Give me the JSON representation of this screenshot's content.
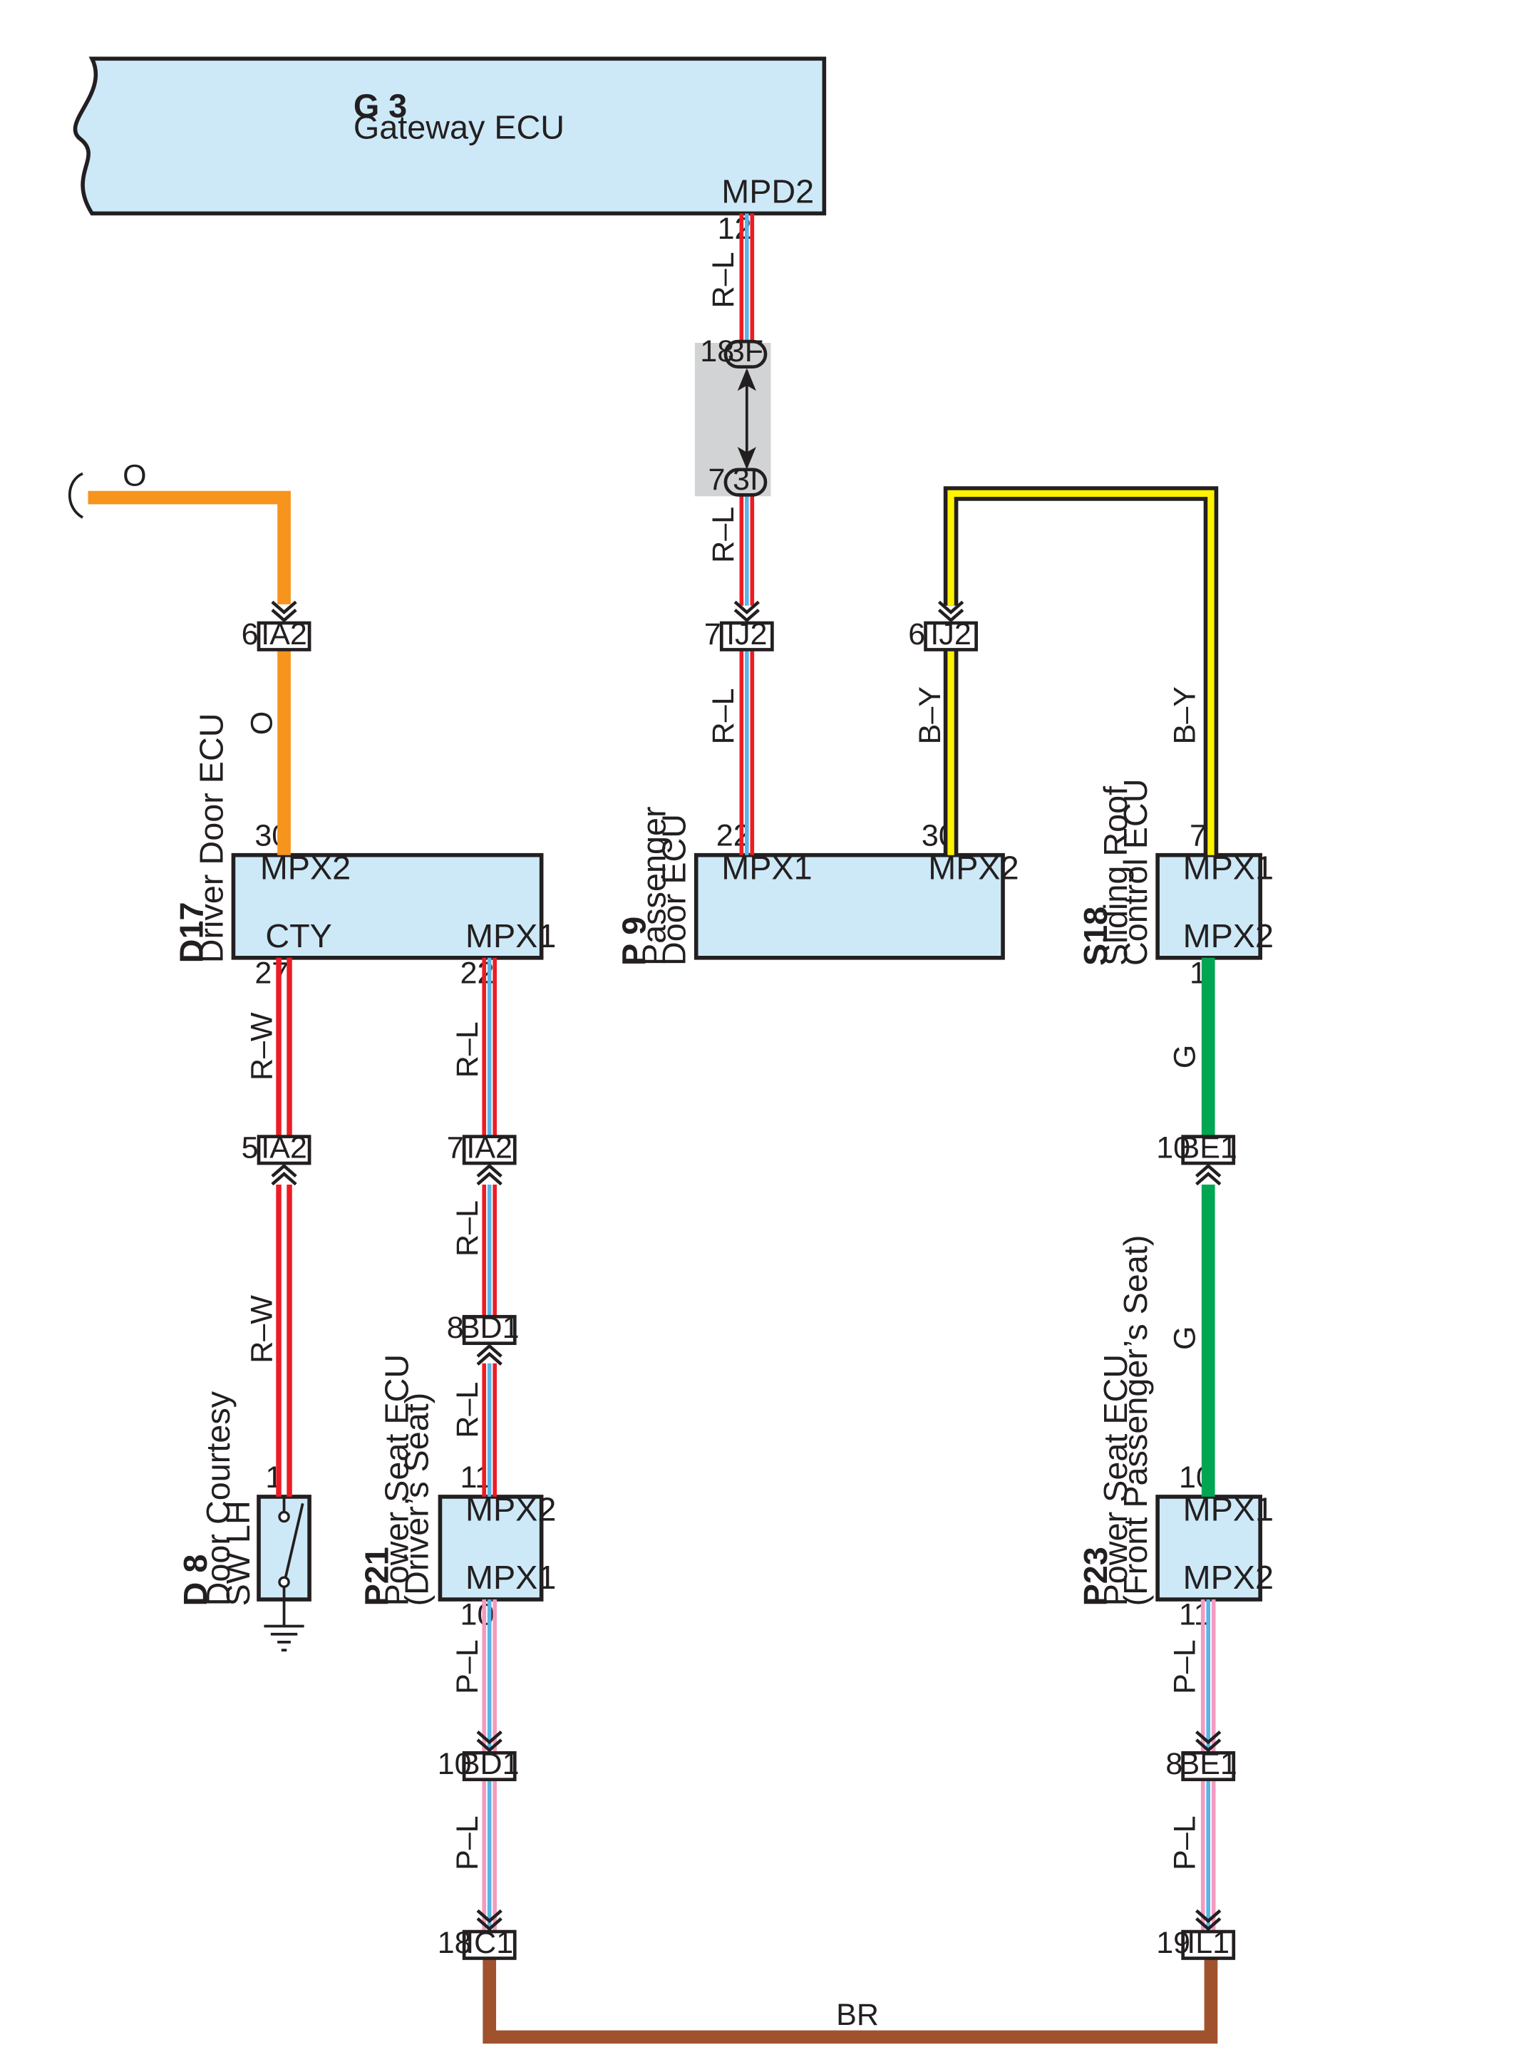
{
  "diagram": {
    "gateway_ecu": {
      "code": "G 3",
      "name": "Gateway ECU",
      "port": "MPD2",
      "pin": "12"
    },
    "junction": {
      "top_id": "3F",
      "top_pin": "18",
      "bottom_id": "3I",
      "bottom_pin": "7"
    },
    "driver_door_ecu": {
      "code": "D17",
      "name": "Driver Door ECU",
      "port_mpx2": "MPX2",
      "pin_mpx2": "30",
      "port_cty": "CTY",
      "pin_cty": "27",
      "port_mpx1": "MPX1",
      "pin_mpx1": "22"
    },
    "passenger_door_ecu": {
      "code": "P 9",
      "name_line1": "Passenger",
      "name_line2": "Door ECU",
      "port_mpx1": "MPX1",
      "pin_mpx1": "22",
      "port_mpx2": "MPX2",
      "pin_mpx2": "30"
    },
    "sliding_roof_ecu": {
      "code": "S18",
      "name_line1": "Sliding Roof",
      "name_line2": "Control ECU",
      "port_mpx1": "MPX1",
      "pin_mpx1": "7",
      "port_mpx2": "MPX2",
      "pin_mpx2": "1"
    },
    "door_courtesy_sw": {
      "code": "D 8",
      "name_line1": "Door Courtesy",
      "name_line2": "SW LH",
      "pin": "1"
    },
    "power_seat_driver": {
      "code": "P21",
      "name_line1": "Power Seat ECU",
      "name_line2": "(Driver’s Seat)",
      "port_mpx2": "MPX2",
      "pin_mpx2": "11",
      "port_mpx1": "MPX1",
      "pin_mpx1": "10"
    },
    "power_seat_passenger": {
      "code": "P23",
      "name_line1": "Power Seat ECU",
      "name_line2": "(Front Passenger’s Seat)",
      "port_mpx1": "MPX1",
      "pin_mpx1": "10",
      "port_mpx2": "MPX2",
      "pin_mpx2": "11"
    },
    "connectors": [
      {
        "id": "IA2",
        "pin": "6"
      },
      {
        "id": "IJ2",
        "pin": "7"
      },
      {
        "id": "IJ2",
        "pin": "6"
      },
      {
        "id": "IA2",
        "pin": "5"
      },
      {
        "id": "IA2",
        "pin": "7"
      },
      {
        "id": "BE1",
        "pin": "10"
      },
      {
        "id": "BD1",
        "pin": "8"
      },
      {
        "id": "BD1",
        "pin": "10"
      },
      {
        "id": "BE1",
        "pin": "8"
      },
      {
        "id": "IC1",
        "pin": "18"
      },
      {
        "id": "IL1",
        "pin": "19"
      }
    ],
    "wire_codes": {
      "o_top": "O",
      "o_mid": "O",
      "rl_1": "R–L",
      "rl_2": "R–L",
      "rl_3": "R–L",
      "by_1": "B–Y",
      "by_2": "B–Y",
      "rw_1": "R–W",
      "rw_2": "R–W",
      "rl_4": "R–L",
      "rl_5": "R–L",
      "rl_6": "R–L",
      "g_1": "G",
      "g_2": "G",
      "pl_1": "P–L",
      "pl_2": "P–L",
      "pl_3": "P–L",
      "pl_4": "P–L",
      "br": "BR"
    }
  },
  "colors": {
    "component_fill": "#cde9f7",
    "wire_orange": "#f7941d",
    "wire_red": "#ed1c24",
    "wire_blue": "#5ab4e5",
    "wire_yellow": "#fff200",
    "wire_green": "#00a651",
    "wire_pink": "#f49ac1",
    "wire_brown": "#a0522d",
    "junction_gray": "#d1d3d4",
    "outline": "#231f20"
  }
}
